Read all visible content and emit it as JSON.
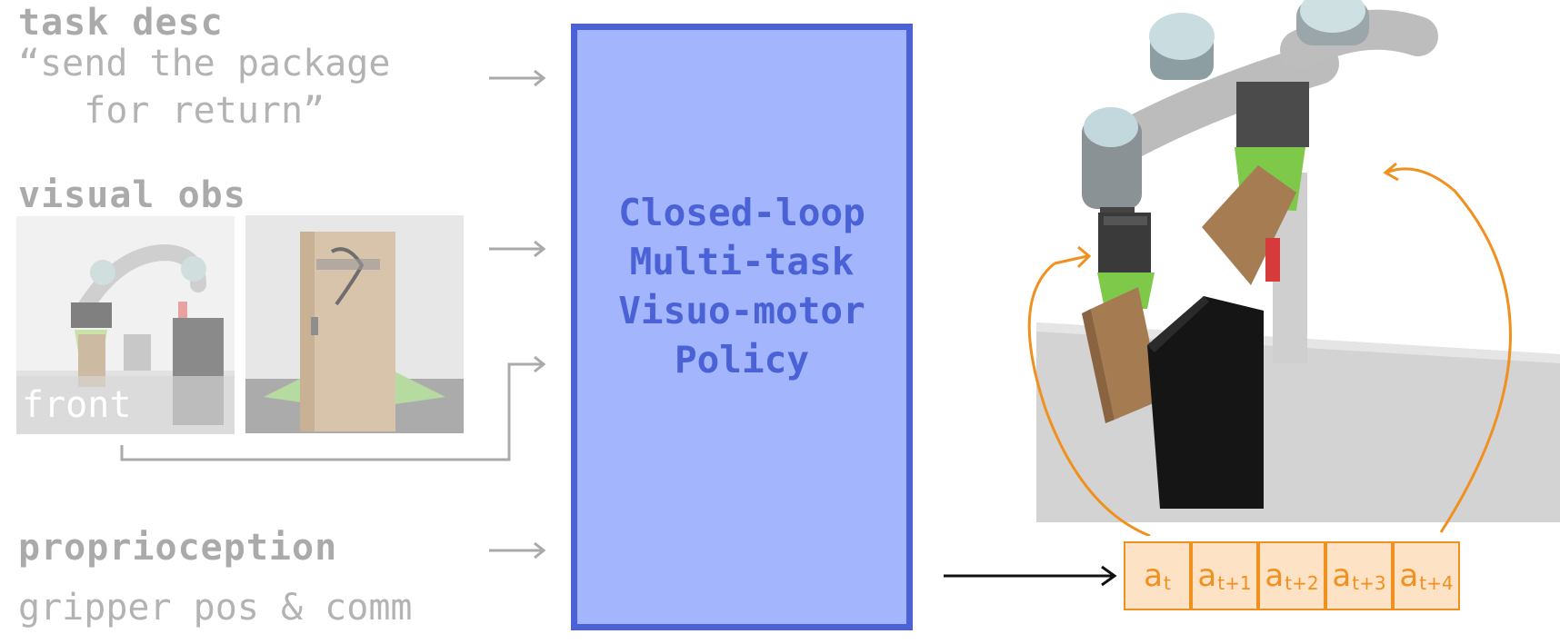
{
  "inputs": {
    "task_desc": {
      "header": "task desc",
      "line1": "“send the package",
      "line2": "   for return”"
    },
    "visual_obs": {
      "header": "visual obs",
      "front_label": "front"
    },
    "proprioception": {
      "header": "proprioception",
      "detail": "gripper pos & comm"
    }
  },
  "policy": {
    "label": "Closed-loop\nMulti-task\nVisuo-motor\nPolicy"
  },
  "actions": [
    {
      "base": "a",
      "sub": "t"
    },
    {
      "base": "a",
      "sub": "t+1"
    },
    {
      "base": "a",
      "sub": "t+2"
    },
    {
      "base": "a",
      "sub": "t+3"
    },
    {
      "base": "a",
      "sub": "t+4"
    }
  ],
  "colors": {
    "policy_fill": "#a3b6fd",
    "policy_border": "#4a62d6",
    "action_stroke": "#f0901e",
    "action_fill": "#fde2c6",
    "input_text": "#aaaaaa"
  }
}
